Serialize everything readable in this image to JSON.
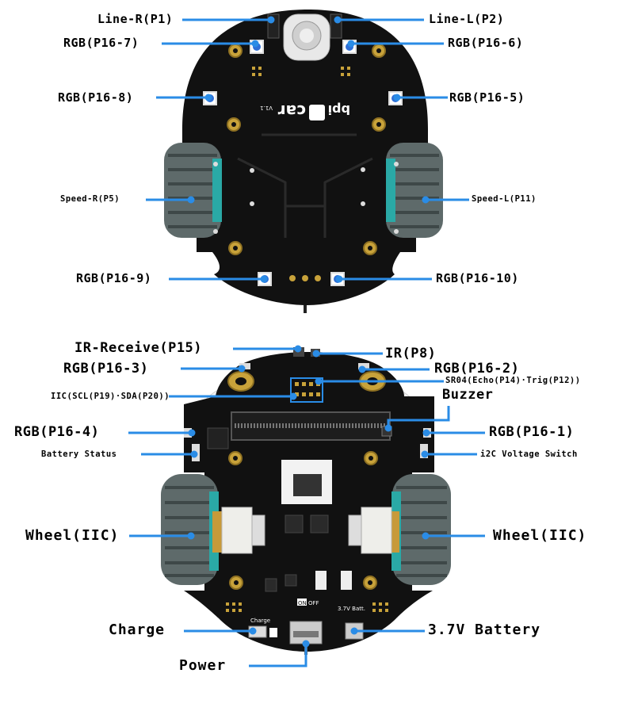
{
  "top": {
    "pcb_logo": "bpi",
    "pcb_brand": "car",
    "pcb_version": "V1.1",
    "labels": {
      "line_r": "Line-R(P1)",
      "line_l": "Line-L(P2)",
      "rgb7": "RGB(P16-7)",
      "rgb6": "RGB(P16-6)",
      "rgb8": "RGB(P16-8)",
      "rgb5": "RGB(P16-5)",
      "speed_r": "Speed-R(P5)",
      "speed_l": "Speed-L(P11)",
      "rgb9": "RGB(P16-9)",
      "rgb10": "RGB(P16-10)"
    }
  },
  "bottom": {
    "switch_on": "ON",
    "switch_off": "OFF",
    "silk_charge": "Charge",
    "silk_batt": "3.7V Batt.",
    "labels": {
      "ir_receive": "IR-Receive(P15)",
      "ir": "IR(P8)",
      "rgb3": "RGB(P16-3)",
      "rgb2": "RGB(P16-2)",
      "sr04": "SR04(Echo(P14)·Trig(P12))",
      "iic": "IIC(SCL(P19)·SDA(P20))",
      "buzzer": "Buzzer",
      "rgb4": "RGB(P16-4)",
      "rgb1": "RGB(P16-1)",
      "battery_status": "Battery Status",
      "i2c_switch": "i2C Voltage Switch",
      "wheel_left": "Wheel(IIC)",
      "wheel_right": "Wheel(IIC)",
      "charge": "Charge",
      "battery": "3.7V Battery",
      "power": "Power"
    }
  },
  "colors": {
    "pcb": "#111111",
    "leader": "#2a8ce6",
    "rgb_led": "#2f6fd6",
    "gold": "#c8a23a",
    "tire": "#5e6a6a",
    "hub": "#2aa9a6",
    "motor": "#eeeeea"
  }
}
